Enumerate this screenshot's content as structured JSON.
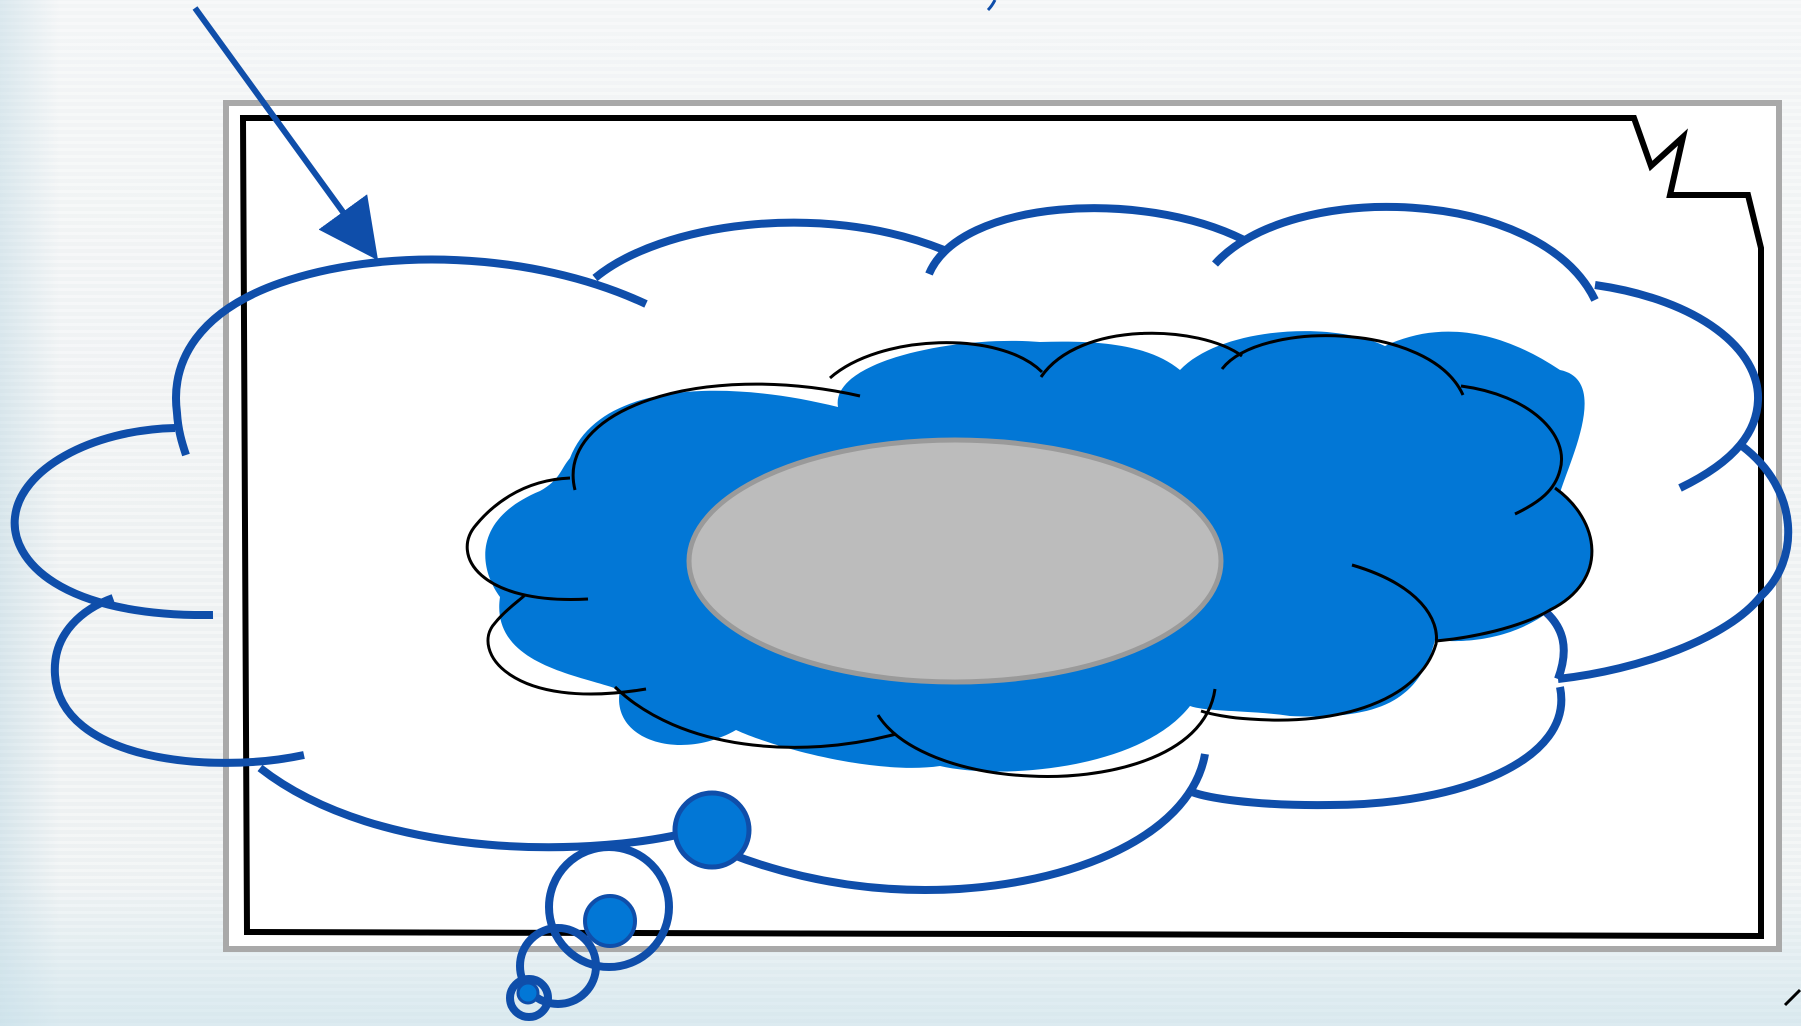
{
  "diagram": {
    "colors": {
      "background": "#eef1f2",
      "frame_outer": "#a9a9a9",
      "frame_inner": "#000000",
      "panel_fill": "#ffffff",
      "cloud_outline": "#0f4eaa",
      "inner_cloud_fill": "#0277d6",
      "inner_cloud_outline": "#000000",
      "ellipse_fill": "#bcbcbc",
      "ellipse_outline": "#9a9a9a"
    },
    "elements": [
      "pointer-arrow",
      "outer-frame",
      "inner-frame",
      "frame-zigzag-break",
      "outer-thought-cloud",
      "inner-blue-cloud",
      "center-gray-ellipse",
      "thought-bubbles"
    ]
  }
}
